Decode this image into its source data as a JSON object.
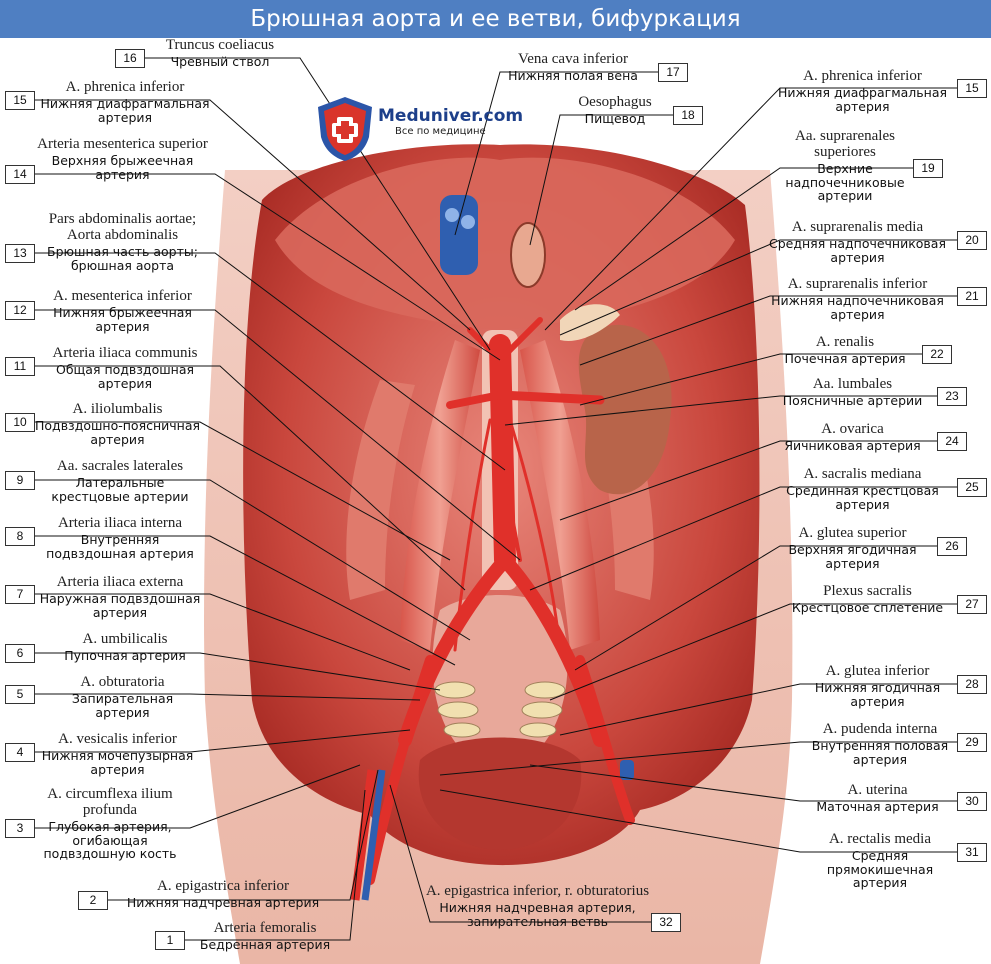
{
  "title": "Брюшная аорта и ее ветви, бифуркация",
  "logo": {
    "name": "Meduniver.com",
    "tagline": "Все по медицине"
  },
  "labels": [
    {
      "num": "1",
      "lat": "Arteria femoralis",
      "rus": "Бедренная артерия"
    },
    {
      "num": "2",
      "lat": "A. epigastrica inferior",
      "rus": "Нижняя надчревная артерия"
    },
    {
      "num": "3",
      "lat": "A. circumflexa ilium profunda",
      "rus": "Глубокая артерия, огибающая подвздошную кость"
    },
    {
      "num": "4",
      "lat": "A. vesicalis inferior",
      "rus": "Нижняя мочепузырная артерия"
    },
    {
      "num": "5",
      "lat": "A. obturatoria",
      "rus": "Запирательная артерия"
    },
    {
      "num": "6",
      "lat": "A. umbilicalis",
      "rus": "Пупочная артерия"
    },
    {
      "num": "7",
      "lat": "Arteria iliaca externa",
      "rus": "Наружная подвздошная артерия"
    },
    {
      "num": "8",
      "lat": "Arteria iliaca interna",
      "rus": "Внутренняя подвздошная артерия"
    },
    {
      "num": "9",
      "lat": "Aa. sacrales laterales",
      "rus": "Латеральные крестцовые артерии"
    },
    {
      "num": "10",
      "lat": "A. iliolumbalis",
      "rus": "Подвздошно-поясничная артерия"
    },
    {
      "num": "11",
      "lat": "Arteria iliaca communis",
      "rus": "Общая подвздошная артерия"
    },
    {
      "num": "12",
      "lat": "A. mesenterica inferior",
      "rus": "Нижняя брыжеечная артерия"
    },
    {
      "num": "13",
      "lat": "Pars abdominalis aortae; Aorta abdominalis",
      "rus": "Брюшная часть аорты; брюшная аорта"
    },
    {
      "num": "14",
      "lat": "Arteria mesenterica superior",
      "rus": "Верхняя брыжеечная артерия"
    },
    {
      "num": "15",
      "lat": "A. phrenica inferior",
      "rus": "Нижняя диафрагмальная артерия"
    },
    {
      "num": "16",
      "lat": "Truncus coeliacus",
      "rus": "Чревный ствол"
    },
    {
      "num": "17",
      "lat": "Vena cava inferior",
      "rus": "Нижняя полая вена"
    },
    {
      "num": "18",
      "lat": "Oesophagus",
      "rus": "Пищевод"
    },
    {
      "num": "15",
      "lat": "A. phrenica inferior",
      "rus": "Нижняя диафрагмальная артерия"
    },
    {
      "num": "19",
      "lat": "Aa. suprarenales superiores",
      "rus": "Верхние надпочечниковые артерии"
    },
    {
      "num": "20",
      "lat": "A. suprarenalis media",
      "rus": "Средняя надпочечниковая артерия"
    },
    {
      "num": "21",
      "lat": "A. suprarenalis inferior",
      "rus": "Нижняя надпочечниковая артерия"
    },
    {
      "num": "22",
      "lat": "A. renalis",
      "rus": "Почечная артерия"
    },
    {
      "num": "23",
      "lat": "Aa. lumbales",
      "rus": "Поясничные артерии"
    },
    {
      "num": "24",
      "lat": "A. ovarica",
      "rus": "Яичниковая артерия"
    },
    {
      "num": "25",
      "lat": "A. sacralis mediana",
      "rus": "Срединная крестцовая артерия"
    },
    {
      "num": "26",
      "lat": "A. glutea superior",
      "rus": "Верхняя ягодичная артерия"
    },
    {
      "num": "27",
      "lat": "Plexus sacralis",
      "rus": "Крестцовое сплетение"
    },
    {
      "num": "28",
      "lat": "A. glutea inferior",
      "rus": "Нижняя ягодичная артерия"
    },
    {
      "num": "29",
      "lat": "A. pudenda interna",
      "rus": "Внутренняя половая артерия"
    },
    {
      "num": "30",
      "lat": "A. uterina",
      "rus": "Маточная артерия"
    },
    {
      "num": "31",
      "lat": "A. rectalis media",
      "rus": "Средняя прямокишечная артерия"
    },
    {
      "num": "32",
      "lat": "A. epigastrica inferior, r. obturatorius",
      "rus": "Нижняя надчревная артерия, запирательная ветвь"
    }
  ]
}
